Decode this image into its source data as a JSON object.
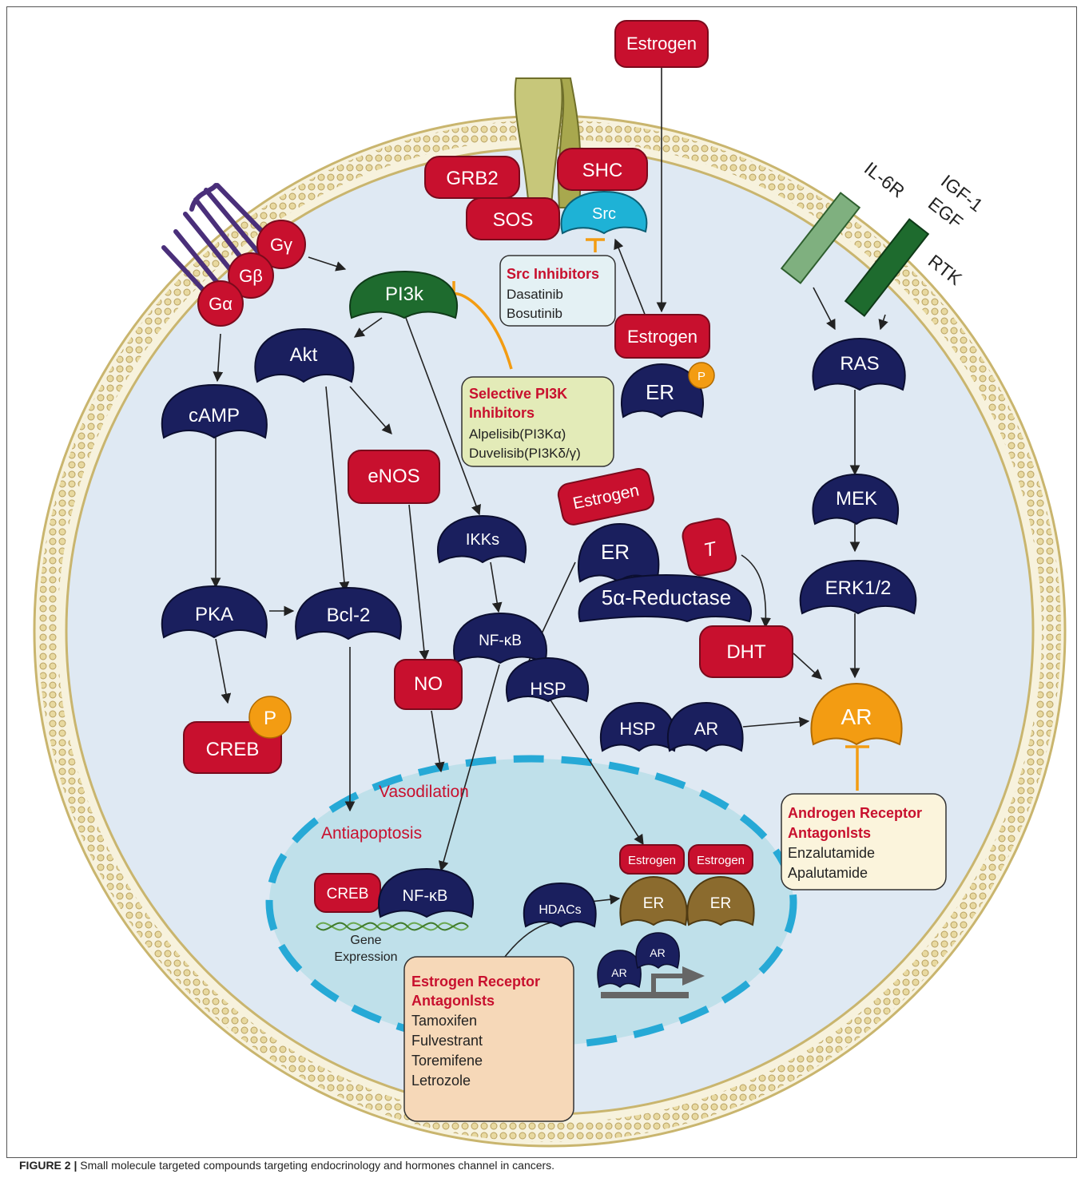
{
  "caption": {
    "label": "FIGURE 2 |",
    "text": "Small molecule targeted compounds targeting endocrinology and hormones channel in cancers."
  },
  "colors": {
    "red": "#c8102e",
    "navy": "#1a1f5e",
    "green": "#1e6b2e",
    "cyan": "#1eb2d6",
    "orange": "#f39c12",
    "olive_er": "#8b6b2e",
    "cell_fill": "#dfe9f3",
    "nucleus_fill": "#bfe0ea",
    "nucleus_border": "#26a9d6",
    "inhibitor_label": "#c8102e"
  },
  "nodes": {
    "estrogen_top": "Estrogen",
    "grb2": "GRB2",
    "shc": "SHC",
    "sos": "SOS",
    "src": "Src",
    "g_gamma": "Gγ",
    "g_beta": "Gβ",
    "g_alpha": "Gα",
    "pi3k": "PI3k",
    "akt": "Akt",
    "camp": "cAMP",
    "enos": "eNOS",
    "estrogen_mid": "Estrogen",
    "er_mid": "ER",
    "p_er": "P",
    "estrogen_tilted": "Estrogen",
    "ikks": "IKKs",
    "er_reductase": "ER",
    "t": "T",
    "reductase": "5α-Reductase",
    "pka": "PKA",
    "bcl2": "Bcl-2",
    "nfkb": "NF-κB",
    "no": "NO",
    "hsp": "HSP",
    "dht": "DHT",
    "creb": "CREB",
    "p_creb": "P",
    "hsp2": "HSP",
    "ar_complex": "AR",
    "ar": "AR",
    "ras": "RAS",
    "mek": "MEK",
    "erk": "ERK1/2",
    "il6r": "IL-6R",
    "igf1": "IGF-1",
    "egf": "EGF",
    "rtk": "RTK"
  },
  "nucleus": {
    "vasodilation": "Vasodilation",
    "antiapoptosis": "Antiapoptosis",
    "creb": "CREB",
    "nfkb": "NF-κB",
    "gene": "Gene",
    "expression": "Expression",
    "hdacs": "HDACs",
    "estrogen_1": "Estrogen",
    "estrogen_2": "Estrogen",
    "er_1": "ER",
    "er_2": "ER",
    "ar_1": "AR",
    "ar_2": "AR"
  },
  "inhibitors": {
    "src": {
      "title": "Src Inhibitors",
      "drugs": [
        "Dasatinib",
        "Bosutinib"
      ]
    },
    "pi3k": {
      "title_1": "Selective PI3K",
      "title_2": "Inhibitors",
      "drugs": [
        "Alpelisib(PI3Kα)",
        "Duvelisib(PI3Kδ/γ)"
      ]
    },
    "ar": {
      "title_1": "Androgen Receptor",
      "title_2": "Antagonlsts",
      "drugs": [
        "Enzalutamide",
        "Apalutamide"
      ]
    },
    "er": {
      "title_1": "Estrogen Receptor",
      "title_2": "Antagonlsts",
      "drugs": [
        "Tamoxifen",
        "Fulvestrant",
        "Toremifene",
        "Letrozole"
      ]
    }
  }
}
